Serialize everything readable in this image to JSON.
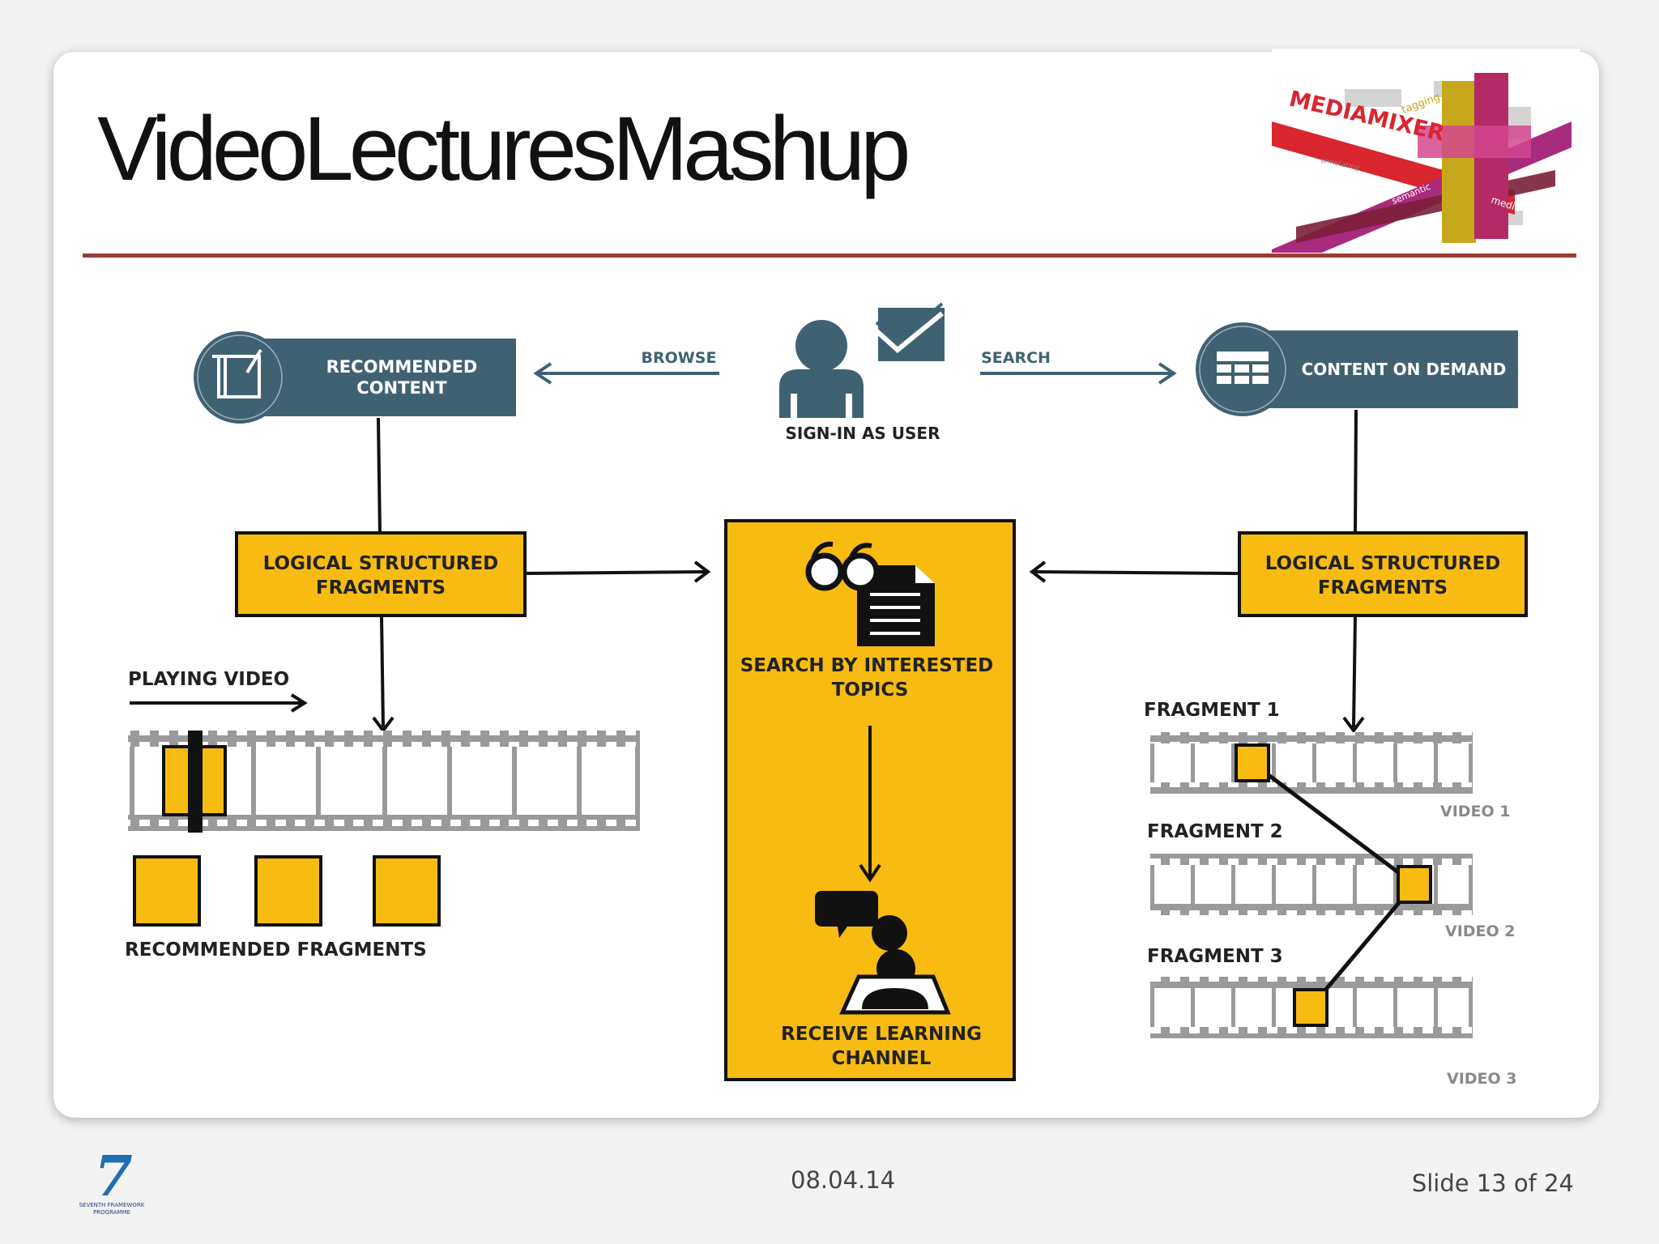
{
  "slide": {
    "title": "VideoLecturesMashup",
    "date": "08.04.14",
    "slide_counter": "Slide 13 of 24"
  },
  "logo": {
    "brand": "MEDIAMIXER",
    "words": [
      "tagging",
      "annotating",
      "semantic",
      "media"
    ]
  },
  "footer_logo": {
    "number": "7",
    "line1": "SEVENTH FRAMEWORK",
    "line2": "PROGRAMME"
  },
  "diagram": {
    "recommended_content": [
      "RECOMMENDED",
      "CONTENT"
    ],
    "browse": "BROWSE",
    "search": "SEARCH",
    "sign_in": "SIGN-IN AS USER",
    "content_on_demand": "CONTENT ON DEMAND",
    "logical_left": [
      "LOGICAL STRUCTURED",
      "FRAGMENTS"
    ],
    "logical_right": [
      "LOGICAL STRUCTURED",
      "FRAGMENTS"
    ],
    "playing_video": "PLAYING VIDEO",
    "recommended_fragments": "RECOMMENDED FRAGMENTS",
    "search_topics": [
      "SEARCH BY INTERESTED",
      "TOPICS"
    ],
    "receive_channel": [
      "RECEIVE LEARNING",
      "CHANNEL"
    ],
    "fragment_1": "FRAGMENT 1",
    "fragment_2": "FRAGMENT 2",
    "fragment_3": "FRAGMENT 3",
    "video_1": "VIDEO 1",
    "video_2": "VIDEO 2",
    "video_3": "VIDEO 3"
  },
  "colors": {
    "teal": "#3f6272",
    "yellow": "#f7bb12",
    "accent_rule": "#9c3a36",
    "film_gray": "#9a9a9a"
  }
}
